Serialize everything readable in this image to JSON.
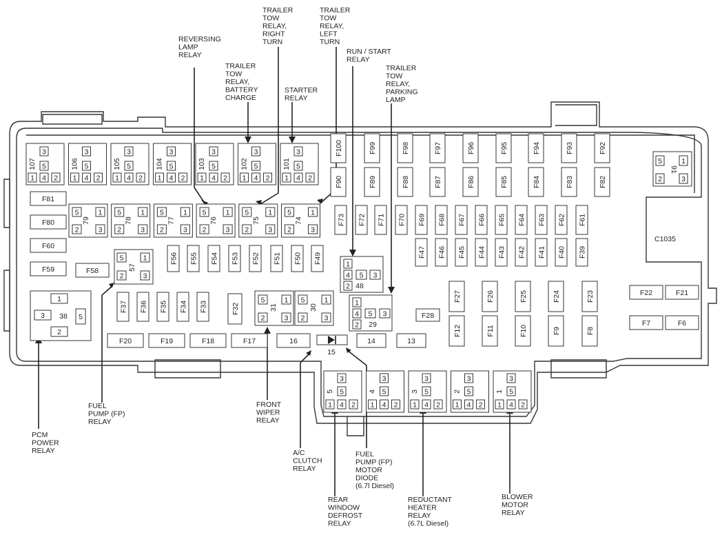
{
  "diagram": {
    "callouts": {
      "reversing_lamp_relay": [
        "REVERSING",
        "LAMP",
        "RELAY"
      ],
      "trailer_tow_battery": [
        "TRAILER",
        "TOW",
        "RELAY,",
        "BATTERY",
        "CHARGE"
      ],
      "trailer_tow_right": [
        "TRAILER",
        "TOW",
        "RELAY,",
        "RIGHT",
        "TURN"
      ],
      "starter_relay": [
        "STARTER",
        "RELAY"
      ],
      "trailer_tow_left": [
        "TRAILER",
        "TOW",
        "RELAY,",
        "LEFT",
        "TURN"
      ],
      "run_start_relay": [
        "RUN / START",
        "RELAY"
      ],
      "trailer_tow_parking": [
        "TRAILER",
        "TOW",
        "RELAY,",
        "PARKING",
        "LAMP"
      ],
      "fuel_pump_relay": [
        "FUEL",
        "PUMP (FP)",
        "RELAY"
      ],
      "pcm_power_relay": [
        "PCM",
        "POWER",
        "RELAY"
      ],
      "front_wiper_relay": [
        "FRONT",
        "WIPER",
        "RELAY"
      ],
      "ac_clutch_relay": [
        "A/C",
        "CLUTCH",
        "RELAY"
      ],
      "fuel_pump_motor_diode": [
        "FUEL",
        "PUMP (FP)",
        "MOTOR",
        "DIODE",
        "(6.7l Diesel)"
      ],
      "rear_window_defrost_relay": [
        "REAR",
        "WINDOW",
        "DEFROST",
        "RELAY"
      ],
      "reductant_heater_relay": [
        "REDUCTANT",
        "HEATER",
        "RELAY",
        "(6.7L Diesel)"
      ],
      "blower_motor_relay": [
        "BLOWER",
        "MOTOR",
        "RELAY"
      ]
    },
    "connector_label": "C1035",
    "top_relays": [
      "107",
      "106",
      "105",
      "104",
      "103",
      "102",
      "101"
    ],
    "mid_relays": [
      "79",
      "78",
      "77",
      "76",
      "75",
      "74"
    ],
    "bottom_relays": [
      "5",
      "4",
      "3",
      "2",
      "1"
    ],
    "relay_57": "57",
    "relay_48": "48",
    "relay_29": "29",
    "relay_30": "30",
    "relay_31": "31",
    "relay_38": "38",
    "relay_91": "91",
    "pins": {
      "one": "1",
      "two": "2",
      "three": "3",
      "four": "4",
      "five": "5"
    },
    "left_fuses": [
      "F81",
      "F80",
      "F60",
      "F59"
    ],
    "f58": "F58",
    "top_fuses_row1": [
      "F100",
      "F99",
      "F98",
      "F97",
      "F96",
      "F95",
      "F94",
      "F93",
      "F92"
    ],
    "top_fuses_row2": [
      "F90",
      "F89",
      "F88",
      "F87",
      "F86",
      "F85",
      "F84",
      "F83",
      "F82"
    ],
    "mini_row1": [
      "F73",
      "F72",
      "F71",
      "F70",
      "F69",
      "F68",
      "F67",
      "F66",
      "F65",
      "F64",
      "F63",
      "F62",
      "F61"
    ],
    "mini_row2": [
      "F56",
      "F55",
      "F54",
      "F53",
      "F52",
      "F51",
      "F50",
      "F49"
    ],
    "mini_row3": [
      "F47",
      "F46",
      "F45",
      "F44",
      "F43",
      "F42",
      "F41",
      "F40",
      "F39"
    ],
    "mini_row4": [
      "F37",
      "F36",
      "F35",
      "F34",
      "F33"
    ],
    "f32": "F32",
    "mini_row5": [
      "F27",
      "F26",
      "F25",
      "F24",
      "F23"
    ],
    "mini_row6": [
      "F12",
      "F11",
      "F10",
      "F9",
      "F8"
    ],
    "right_fuses": [
      "F22",
      "F21",
      "F7",
      "F6"
    ],
    "f28": "F28",
    "bottom_fuses": [
      "F20",
      "F19",
      "F18",
      "F17"
    ],
    "cartridges": [
      "16",
      "14",
      "13"
    ],
    "diode": "15"
  }
}
